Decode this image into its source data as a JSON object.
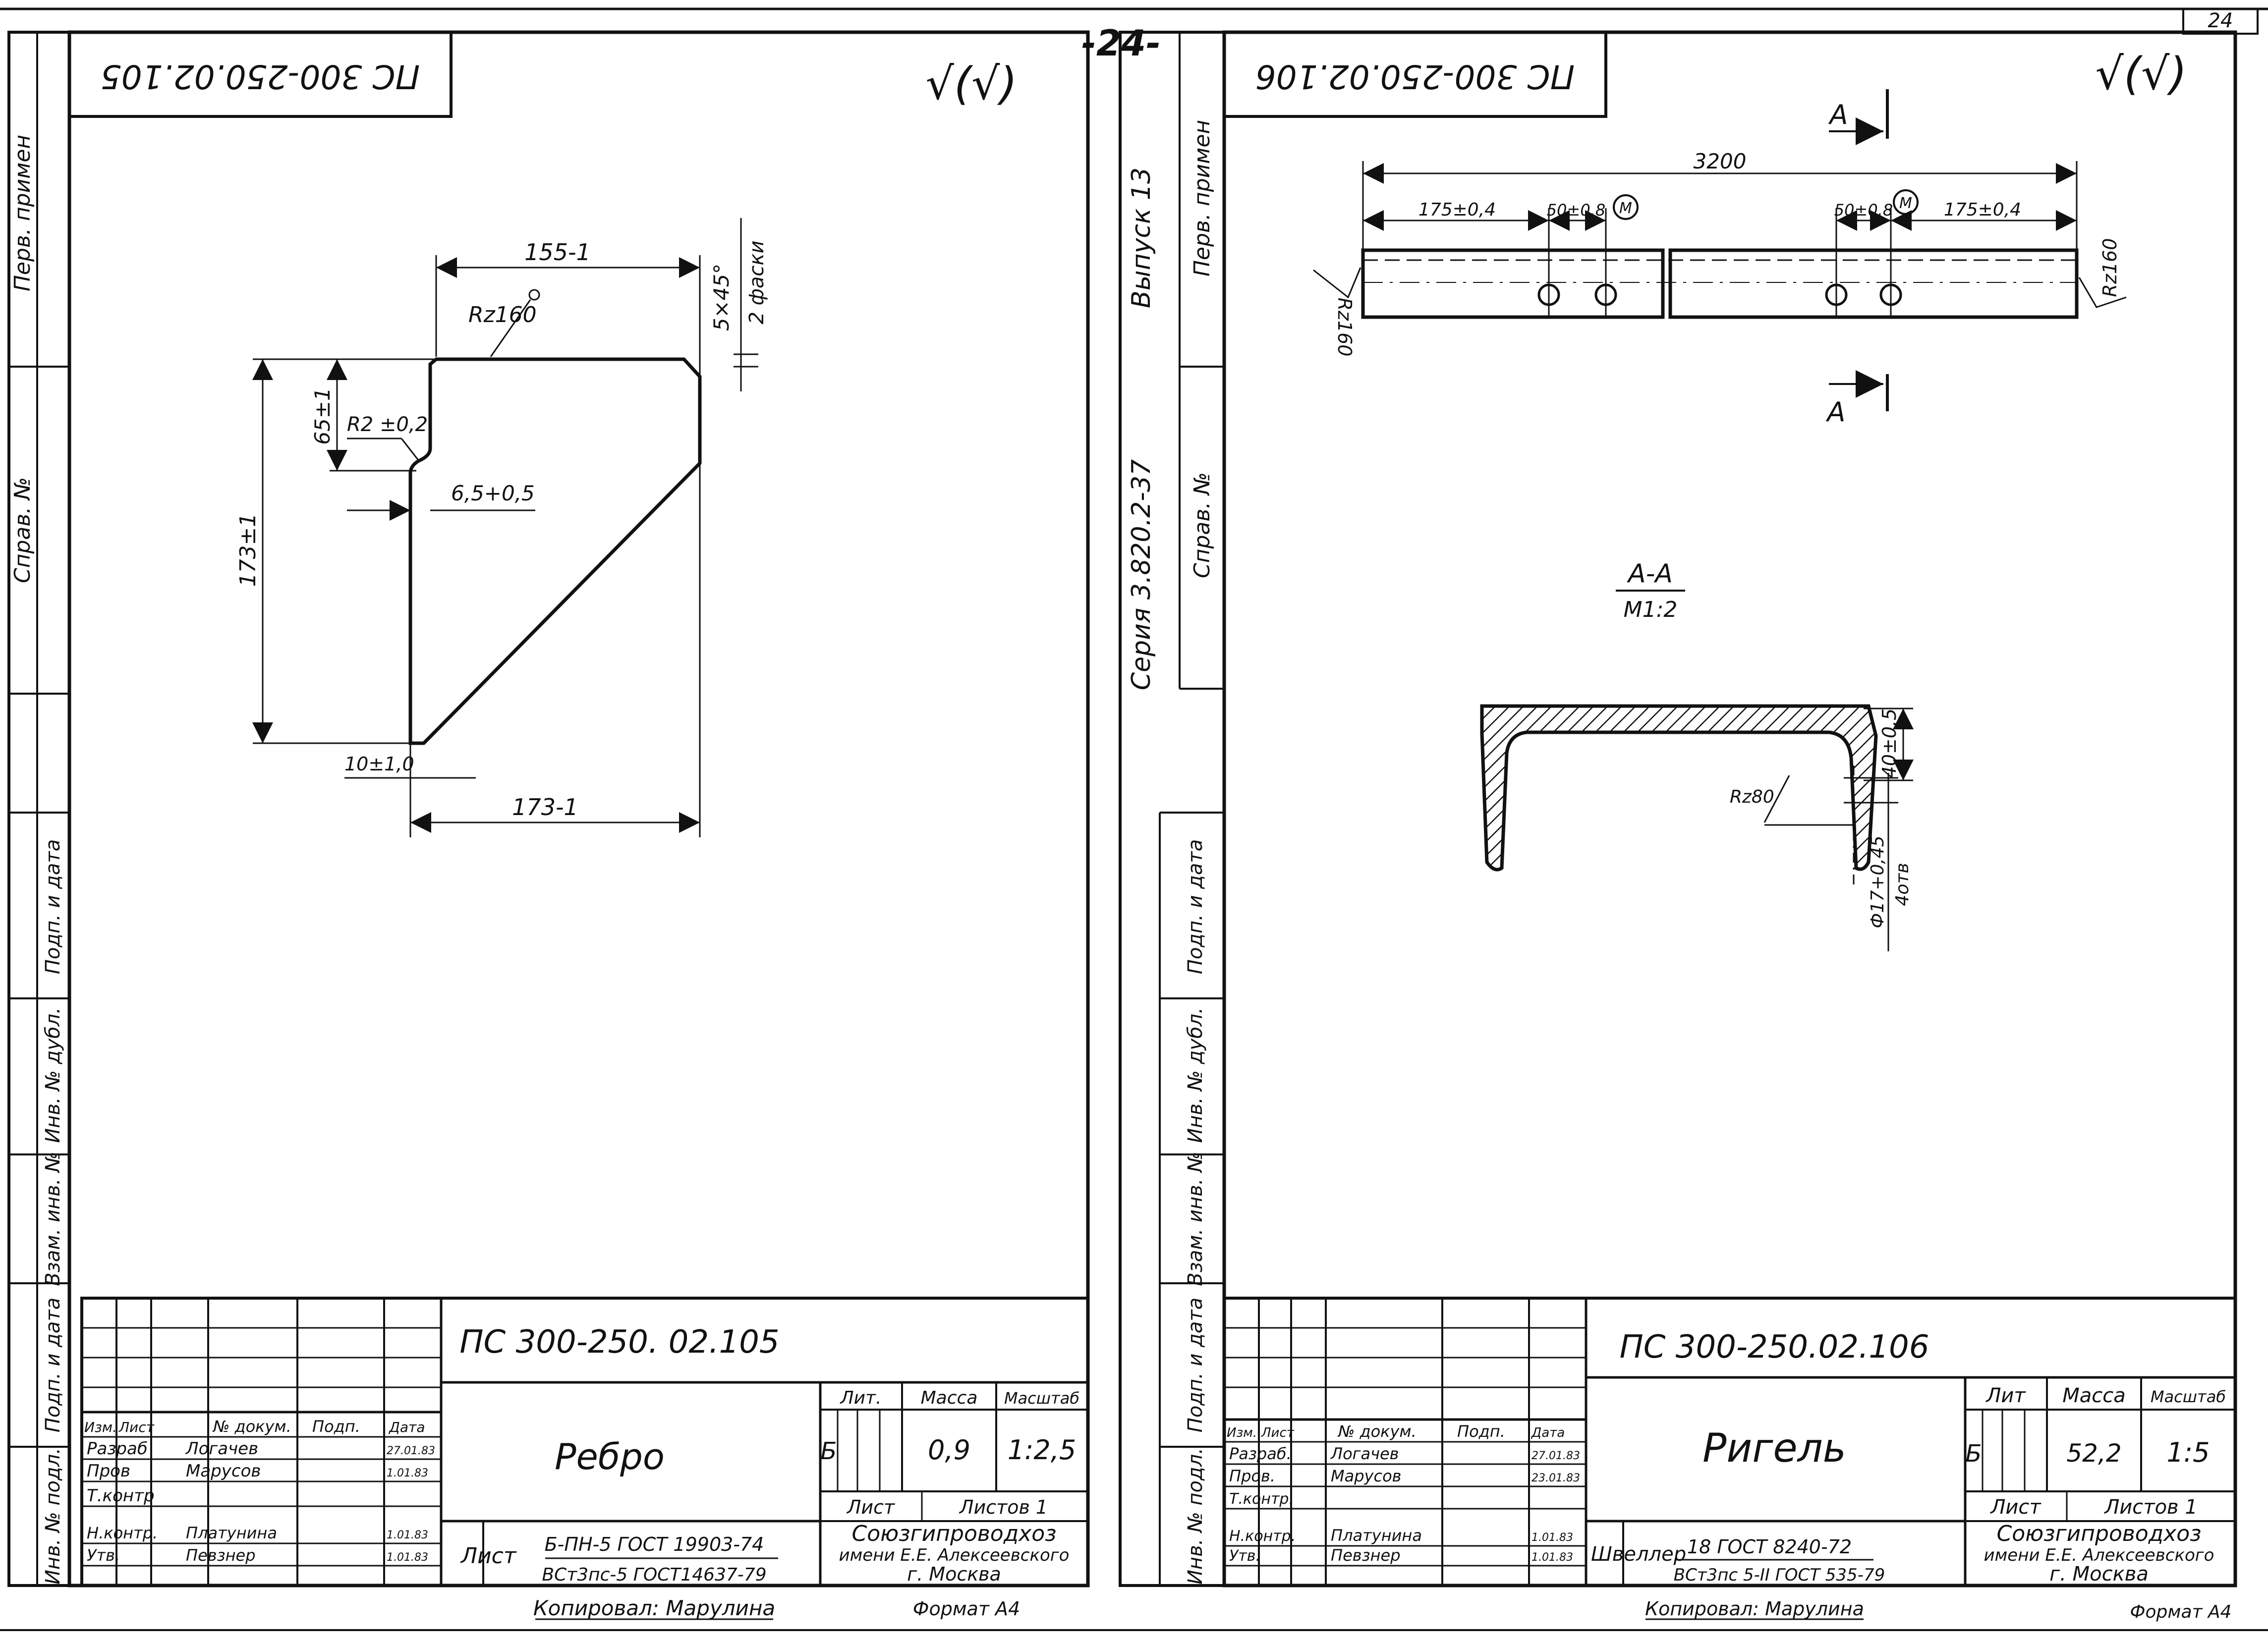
{
  "page_number": "24",
  "center_page_mark": "-24-",
  "left_sheet": {
    "mirrored_code": "ПС 300-250.02.105",
    "roughness_mark": "√(√)",
    "side_labels": [
      "Перв. примен",
      "Справ. №",
      "Подп. и дата",
      "Инв. № дубл.",
      "Взам. инв. №",
      "Подп. и дата",
      "Инв. № подл."
    ],
    "dims": {
      "top": "155-1",
      "roughness": "Rz160",
      "chamfer": "5×45°",
      "chamfer_note": "2 фаски",
      "height_top": "65±1",
      "radius": "R2 ±0,2",
      "offset": "6,5+0,5",
      "height": "173±1",
      "bottom_small": "10±1,0",
      "bottom": "173-1"
    },
    "title_block": {
      "code": "ПС 300-250. 02.105",
      "name": "Ребро",
      "headers": [
        "Изм.",
        "Лист",
        "№ докум.",
        "Подп.",
        "Дата"
      ],
      "roles": [
        {
          "role": "Разраб",
          "name": "Логачев",
          "date": "27.01.83"
        },
        {
          "role": "Пров",
          "name": "Марусов",
          "date": "1.01.83"
        },
        {
          "role": "Т.контр",
          "name": "",
          "date": ""
        },
        {
          "role": "Н.контр.",
          "name": "Платунина",
          "date": "1.01.83"
        },
        {
          "role": "Утв.",
          "name": "Певзнер",
          "date": "1.01.83"
        }
      ],
      "lit_label": "Лит.",
      "mass_label": "Масса",
      "scale_label": "Масштаб",
      "lit": "Б",
      "mass": "0,9",
      "scale": "1:2,5",
      "sheet_label": "Лист",
      "sheets_label": "Листов 1",
      "material_label": "Лист",
      "material_1": "Б-ПН-5 ГОСТ 19903-74",
      "material_2": "ВСт3пс-5 ГОСТ14637-79",
      "org_1": "Союзгипроводхоз",
      "org_2": "имени Е.Е. Алексеевского",
      "org_3": "г. Москва",
      "copied": "Копировал: Марулина",
      "format": "Формат А4"
    }
  },
  "right_sheet": {
    "mirrored_code": "ПС 300-250.02.106",
    "roughness_mark": "√(√)",
    "series": "Серия 3.820.2-37",
    "issue": "Выпуск 13",
    "side_labels": [
      "Перв. примен",
      "Справ. №",
      "Подп. и дата",
      "Инв. № дубл.",
      "Взам. инв. №",
      "Подп. и дата",
      "Инв. № подл."
    ],
    "dims": {
      "length": "3200",
      "end_offset": "175±0,4",
      "hole_spacing": "50±0,8",
      "hole_mark": "М",
      "roughness": "Rz160",
      "section_mark": "А",
      "section_title": "А-А",
      "section_scale": "М1:2",
      "flange": "40±0,5",
      "section_roughness": "Rz80",
      "hole_dia": "Ф17+0,45",
      "hole_count": "4отв"
    },
    "title_block": {
      "code": "ПС 300-250.02.106",
      "name": "Ригель",
      "headers": [
        "Изм.",
        "Лист",
        "№ докум.",
        "Подп.",
        "Дата"
      ],
      "roles": [
        {
          "role": "Разраб.",
          "name": "Логачев",
          "date": "27.01.83"
        },
        {
          "role": "Пров.",
          "name": "Марусов",
          "date": "23.01.83"
        },
        {
          "role": "Т.контр.",
          "name": "",
          "date": ""
        },
        {
          "role": "Н.контр.",
          "name": "Платунина",
          "date": "1.01.83"
        },
        {
          "role": "Утв.",
          "name": "Певзнер",
          "date": "1.01.83"
        }
      ],
      "lit_label": "Лит",
      "mass_label": "Масса",
      "scale_label": "Масштаб",
      "lit": "Б",
      "mass": "52,2",
      "scale": "1:5",
      "sheet_label": "Лист",
      "sheets_label": "Листов 1",
      "material_label": "Швеллер",
      "material_1": "18 ГОСТ 8240-72",
      "material_2": "ВСт3пс 5-II ГОСТ 535-79",
      "org_1": "Союзгипроводхоз",
      "org_2": "имени Е.Е. Алексеевского",
      "org_3": "г. Москва",
      "copied": "Копировал: Марулина",
      "format": "Формат А4"
    }
  }
}
